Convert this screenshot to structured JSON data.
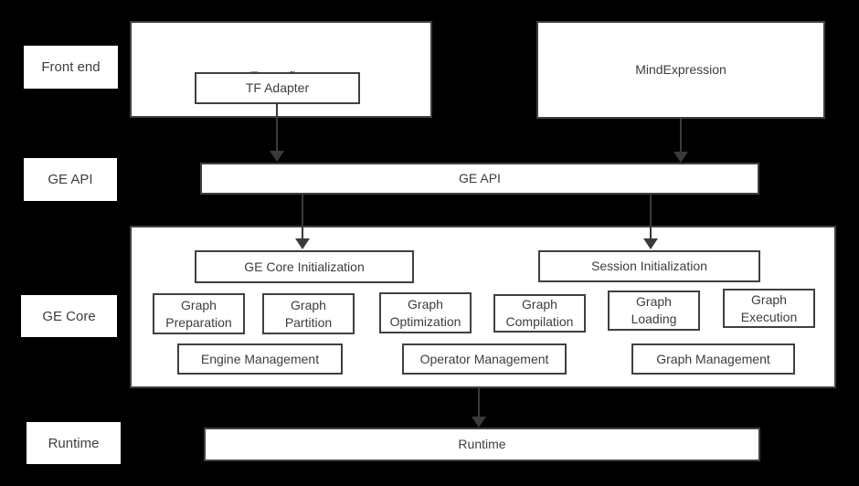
{
  "palette": {
    "background": "#000000",
    "box_fill": "#ffffff",
    "border": "#404040",
    "text": "#3d3d3d",
    "arrow": "#3a3a3a"
  },
  "side_labels": {
    "front_end": "Front end",
    "ge_api": "GE API",
    "ge_core": "GE Core",
    "runtime": "Runtime"
  },
  "front_end": {
    "tensorflow": "Tensorflow",
    "tf_adapter": "TF Adapter",
    "mind_expression": "MindExpression"
  },
  "api_layer": {
    "ge_api": "GE API"
  },
  "ge_core": {
    "ge_core_initialization": "GE Core Initialization",
    "session_initialization": "Session Initialization",
    "graph_preparation": "Graph\nPreparation",
    "graph_partition": "Graph\nPartition",
    "graph_optimization": "Graph\nOptimization",
    "graph_compilation": "Graph\nCompilation",
    "graph_loading": "Graph\nLoading",
    "graph_execution": "Graph\nExecution",
    "engine_management": "Engine Management",
    "operator_management": "Operator Management",
    "graph_management": "Graph Management"
  },
  "runtime_layer": {
    "runtime": "Runtime"
  }
}
